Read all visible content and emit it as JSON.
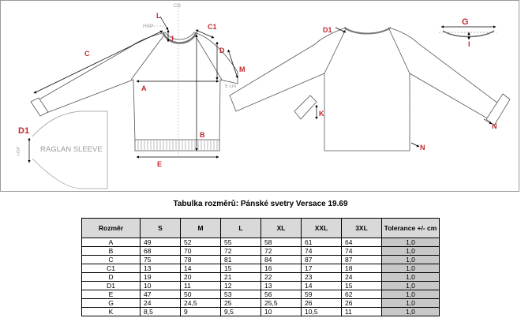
{
  "diagram": {
    "labels": {
      "cb": "CB",
      "hsp": "HSP",
      "l": "L",
      "j": "J",
      "c1": "C1",
      "c": "C",
      "d": "D",
      "m": "M",
      "five_cm": "5 cm",
      "a": "A",
      "b": "B",
      "e": "E",
      "d1_back": "D1",
      "k": "K",
      "n_sleeve": "N",
      "n_hem": "N",
      "g": "G",
      "i": "I",
      "d1_raglan": "D1",
      "raglan_sleeve": "RAGLAN SLEEVE",
      "hsp_raglan": "HSP"
    }
  },
  "table": {
    "title": "Tabulka rozměrů: Pánské svetry Versace 19.69",
    "headers": [
      "Rozměr",
      "S",
      "M",
      "L",
      "XL",
      "XXL",
      "3XL",
      "Tolerance +/- cm"
    ],
    "rows": [
      {
        "label": "A",
        "values": [
          "49",
          "52",
          "55",
          "58",
          "61",
          "64"
        ],
        "tolerance": "1,0"
      },
      {
        "label": "B",
        "values": [
          "68",
          "70",
          "72",
          "72",
          "74",
          "74"
        ],
        "tolerance": "1,0"
      },
      {
        "label": "C",
        "values": [
          "75",
          "78",
          "81",
          "84",
          "87",
          "87"
        ],
        "tolerance": "1,0"
      },
      {
        "label": "C1",
        "values": [
          "13",
          "14",
          "15",
          "16",
          "17",
          "18"
        ],
        "tolerance": "1,0"
      },
      {
        "label": "D",
        "values": [
          "19",
          "20",
          "21",
          "22",
          "23",
          "24"
        ],
        "tolerance": "1,0"
      },
      {
        "label": "D1",
        "values": [
          "10",
          "11",
          "12",
          "13",
          "14",
          "15"
        ],
        "tolerance": "1,0"
      },
      {
        "label": "E",
        "values": [
          "47",
          "50",
          "53",
          "56",
          "59",
          "62"
        ],
        "tolerance": "1,0"
      },
      {
        "label": "G",
        "values": [
          "24",
          "24,5",
          "25",
          "25,5",
          "26",
          "26"
        ],
        "tolerance": "1,0"
      },
      {
        "label": "K",
        "values": [
          "8,5",
          "9",
          "9,5",
          "10",
          "10,5",
          "11"
        ],
        "tolerance": "1,0"
      }
    ]
  },
  "colors": {
    "measure_red": "#c0282e",
    "header_gray": "#d9d9d9",
    "tolerance_gray": "#c8c8c8"
  }
}
